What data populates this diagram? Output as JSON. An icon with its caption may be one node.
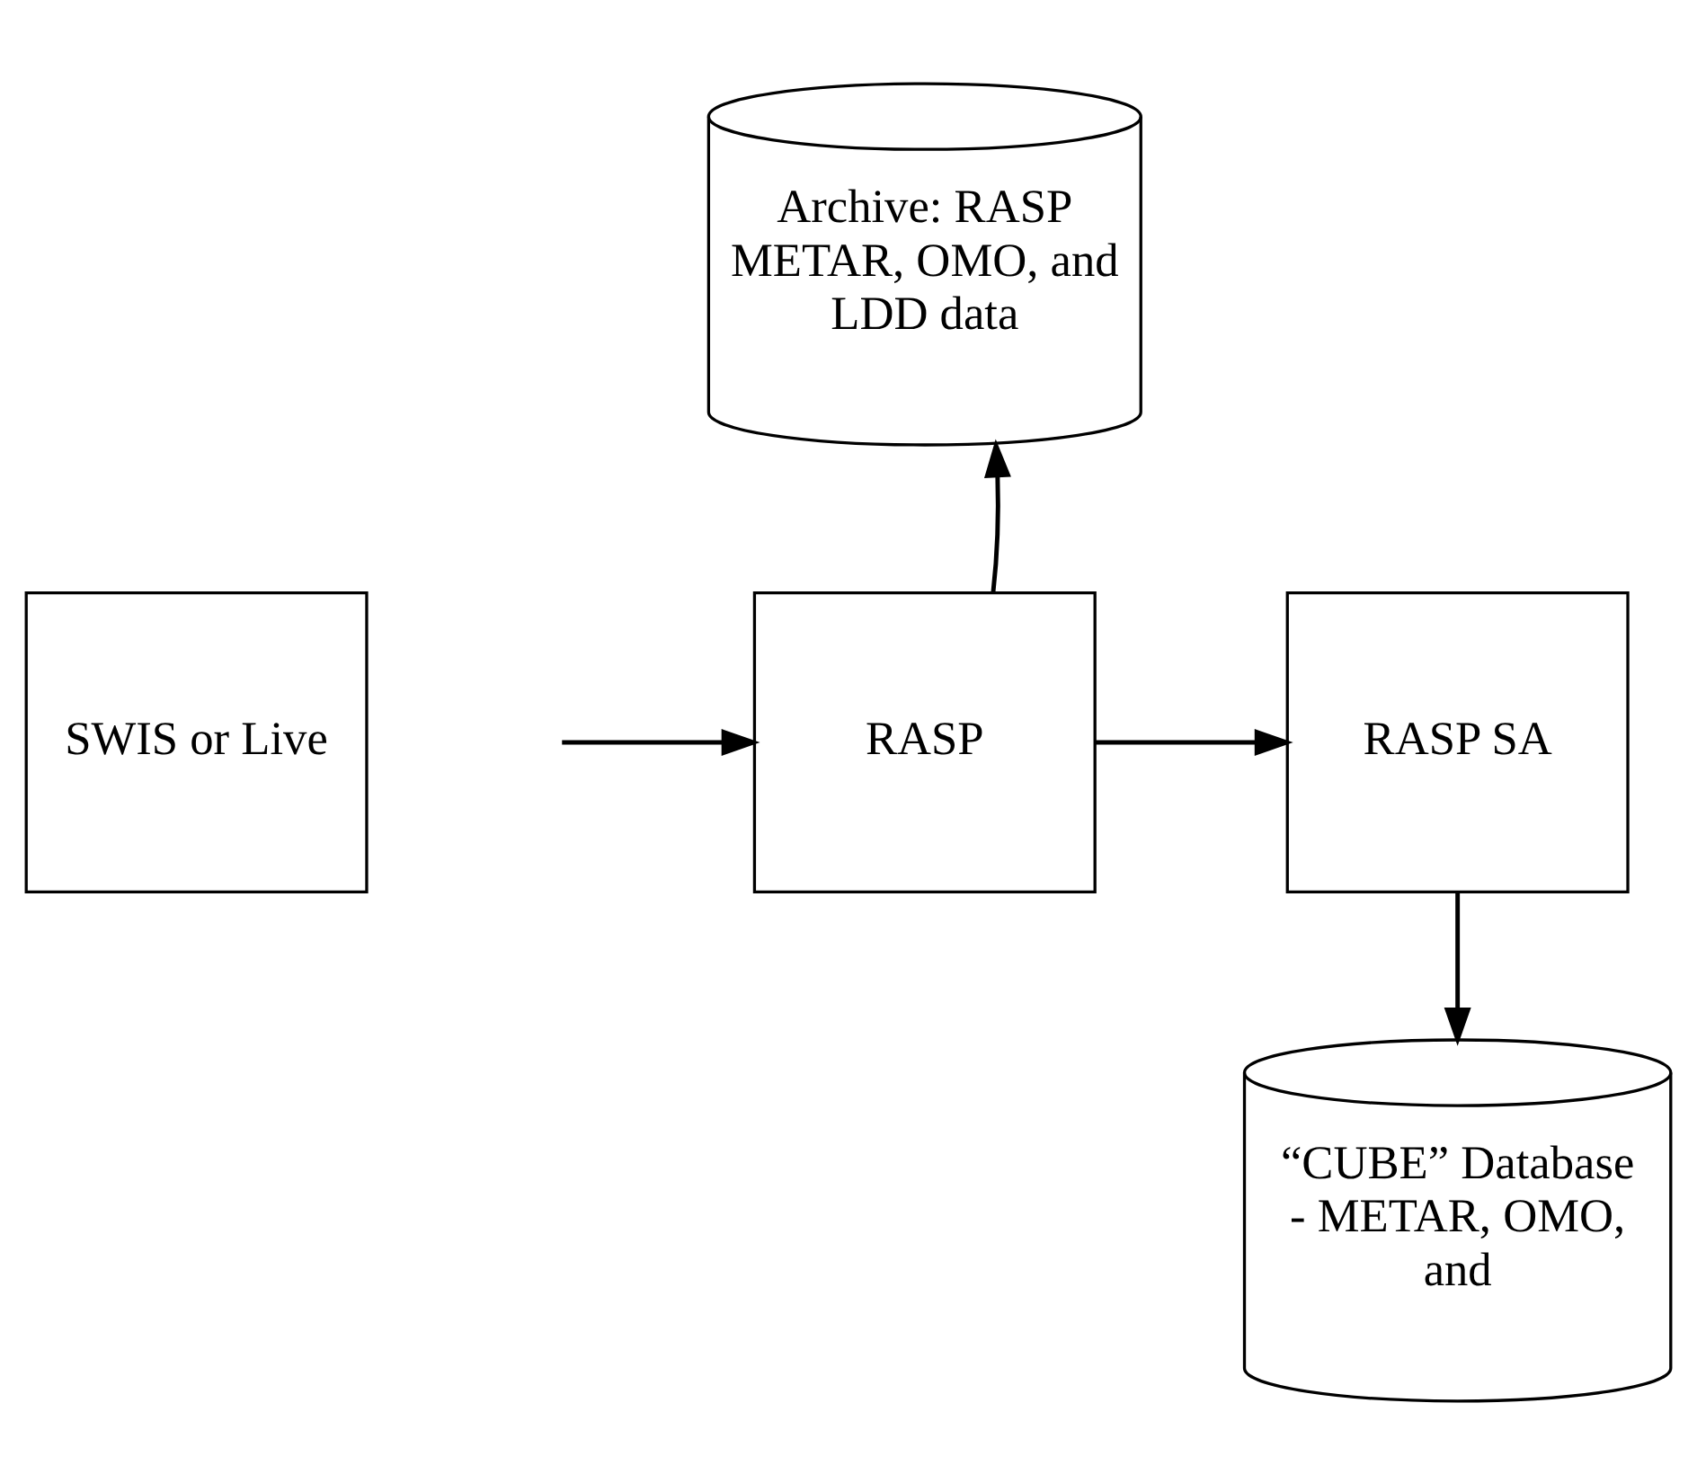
{
  "diagram": {
    "nodes": [
      {
        "text": [
          "Archive: RASP METAR, OMO, and LDD data"
        ]
      },
      {
        "text": [
          "SWIS or Live"
        ]
      },
      {
        "text": [
          "RASP"
        ]
      },
      {
        "text": [
          "RASP SA"
        ]
      },
      {
        "text": [
          "“CUBE” Database - METAR, OMO, and"
        ]
      }
    ],
    "edges": [
      {
        "from": null,
        "to": 2,
        "arrow": "to"
      },
      {
        "from": 2,
        "to": 0,
        "arrow": "to"
      },
      {
        "from": 2,
        "to": 3,
        "arrow": "to"
      },
      {
        "from": 3,
        "to": 4,
        "arrow": "to"
      }
    ]
  }
}
